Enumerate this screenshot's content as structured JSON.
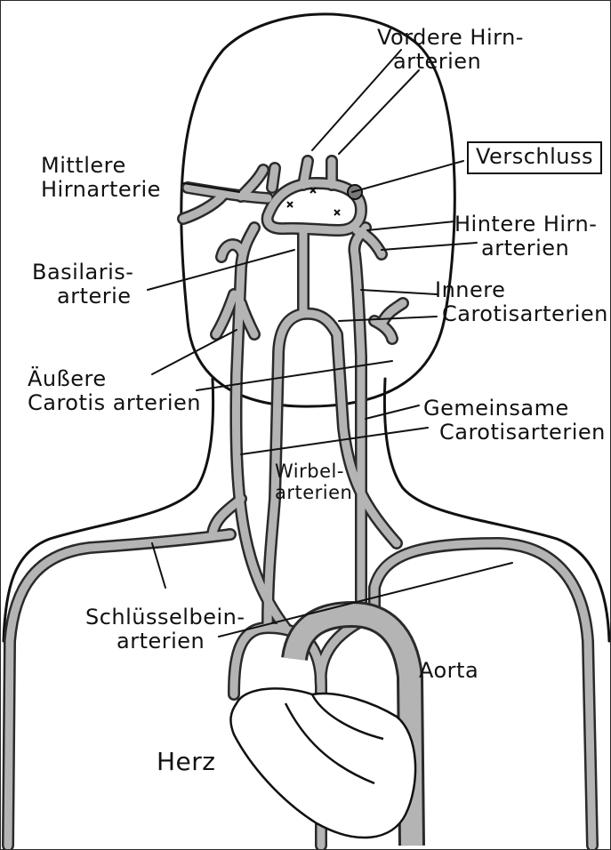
{
  "colors": {
    "outline": "#111111",
    "vessel_fill": "#b4b4b4",
    "vessel_edge": "#2a2a2a",
    "occlusion": "#7a7a7a"
  },
  "labels": {
    "vordere_hirn": [
      "Vordere Hirn-",
      "arterien"
    ],
    "verschluss": "Verschluss",
    "mittlere": [
      "Mittlere",
      "Hirnarterie"
    ],
    "hintere": [
      "Hintere Hirn-",
      "arterien"
    ],
    "basilaris": [
      "Basilaris-",
      "arterie"
    ],
    "innere": [
      "Innere",
      "Carotisarterien"
    ],
    "aeussere": [
      "Äußere",
      "Carotis arterien"
    ],
    "gemeinsame": [
      "Gemeinsame",
      "Carotisarterien"
    ],
    "wirbel": [
      "Wirbel-",
      "arterien"
    ],
    "schluessel": [
      "Schlüsselbein-",
      "arterien"
    ],
    "aorta": "Aorta",
    "herz": "Herz"
  }
}
